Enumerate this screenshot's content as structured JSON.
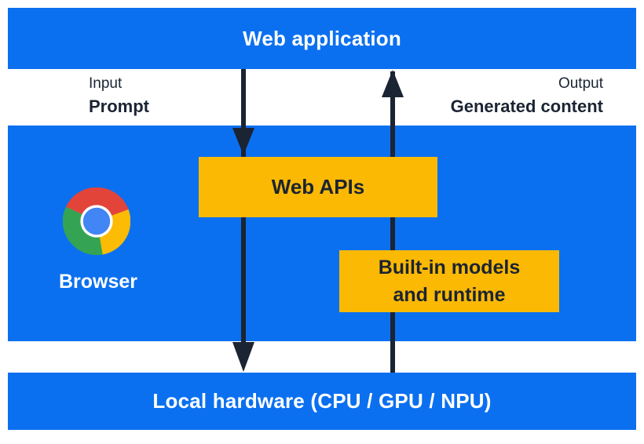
{
  "colors": {
    "panel_blue": "#0B70F0",
    "box_yellow": "#FBB904",
    "ink_navy": "#1B2433",
    "text_white": "#FFFFFF",
    "chrome_red": "#E3443A",
    "chrome_yellow": "#FCBB05",
    "chrome_green": "#34A454",
    "chrome_center_blue": "#4285F4"
  },
  "top_bar": {
    "label": "Web application"
  },
  "io_labels": {
    "input_title": "Input",
    "input_value": "Prompt",
    "output_title": "Output",
    "output_value": "Generated content"
  },
  "browser_panel": {
    "browser_label": "Browser",
    "web_apis_label": "Web APIs",
    "builtin_line1": "Built-in models",
    "builtin_line2": "and runtime"
  },
  "bottom_bar": {
    "label": "Local hardware (CPU / GPU / NPU)"
  },
  "arrows": {
    "down_flow": "Web application to Web APIs to Local hardware",
    "up_flow": "Local hardware to Built-in models and runtime to Web application"
  }
}
